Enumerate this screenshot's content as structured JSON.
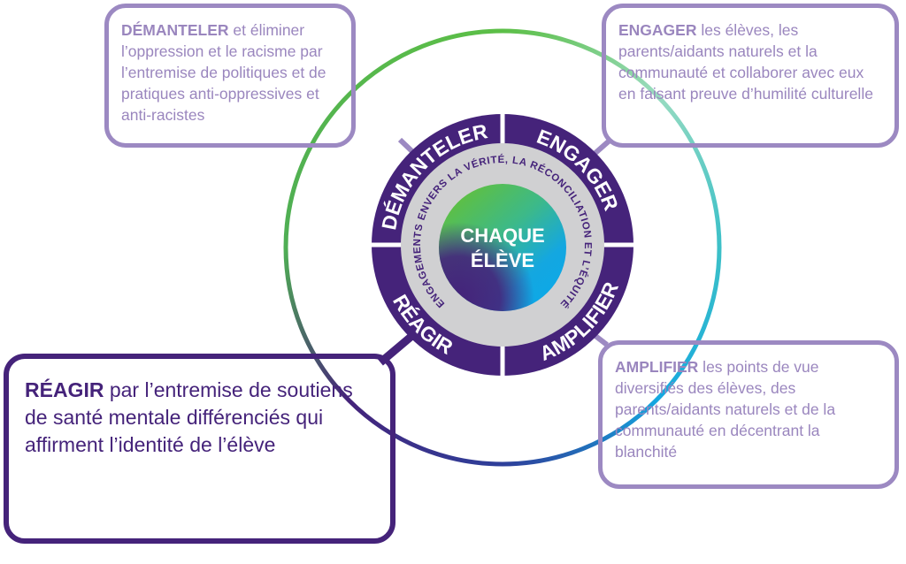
{
  "center": {
    "line1": "CHAQUE",
    "line2": "ÉLÈVE"
  },
  "inner_ring_text": "ENGAGEMENTS ENVERS LA VÉRITÉ, LA RÉCONCILIATION ET L’ÉQUITÉ",
  "segments": {
    "top_left": "DÉMANTELER",
    "top_right": "ENGAGER",
    "bottom_left": "RÉAGIR",
    "bottom_right": "AMPLIFIER"
  },
  "boxes": {
    "dismantle": {
      "keyword": "DÉMANTELER",
      "text": " et éliminer l’oppression et le racisme par l’entremise de politiques et de pratiques anti-oppressives et anti-racistes"
    },
    "engage": {
      "keyword": "ENGAGER",
      "text": " les élèves, les parents/aidants naturels et la communauté et collaborer avec eux en faisant preuve d’humilité culturelle"
    },
    "respond": {
      "keyword": "RÉAGIR",
      "text": " par l’entremise de soutiens de santé mentale différenciés qui affirment l’identité de l’élève"
    },
    "amplify": {
      "keyword": "AMPLIFIER",
      "text": " les points de vue diversifiés des élèves, des parents/aidants naturels et de la communauté en décentrant la blanchité"
    }
  },
  "colors": {
    "dark_purple": "#45237a",
    "lavender": "#9c89c2",
    "gray": "#d0d0d2",
    "green": "#5cbf47",
    "blue": "#14a7e0"
  }
}
